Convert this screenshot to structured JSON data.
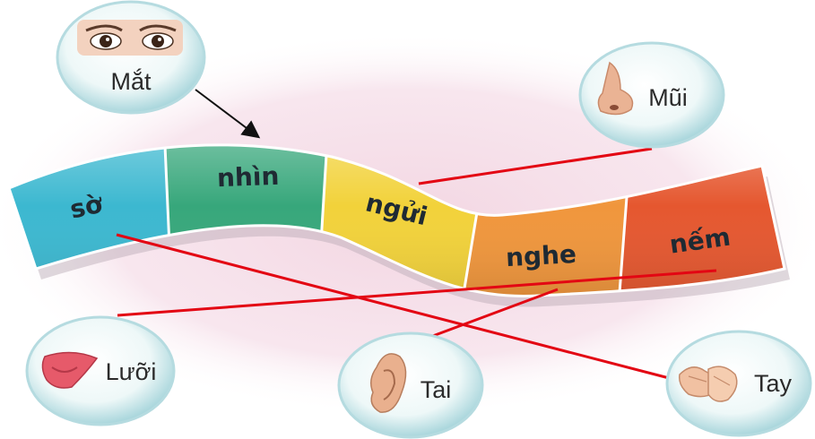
{
  "strip": {
    "segments": [
      {
        "label": "sờ",
        "color": "#3cb8d0"
      },
      {
        "label": "nhìn",
        "color": "#37a77b"
      },
      {
        "label": "ngửi",
        "color": "#f2d23a"
      },
      {
        "label": "nghe",
        "color": "#f0963c"
      },
      {
        "label": "nếm",
        "color": "#e5572f"
      }
    ]
  },
  "organs": {
    "eye": {
      "label": "Mắt",
      "icon": "eyes-icon"
    },
    "nose": {
      "label": "Mũi",
      "icon": "nose-icon"
    },
    "tongue": {
      "label": "Lưỡi",
      "icon": "tongue-icon"
    },
    "ear": {
      "label": "Tai",
      "icon": "ear-icon"
    },
    "hand": {
      "label": "Tay",
      "icon": "hands-icon"
    }
  },
  "colors": {
    "match_line": "#e30613",
    "bubble_fill": "#e6f4f4",
    "bubble_rim": "#9fd0d6",
    "background_glow": "#f3d6e2"
  },
  "connections": [
    {
      "from": "Mắt",
      "to": "nhìn",
      "style": "black-arrow"
    },
    {
      "from": "Mũi",
      "to": "ngửi",
      "style": "red-line"
    },
    {
      "from": "Lưỡi",
      "to": "nếm",
      "style": "red-line"
    },
    {
      "from": "Tai",
      "to": "nghe",
      "style": "red-line"
    },
    {
      "from": "Tay",
      "to": "sờ",
      "style": "red-line"
    }
  ]
}
